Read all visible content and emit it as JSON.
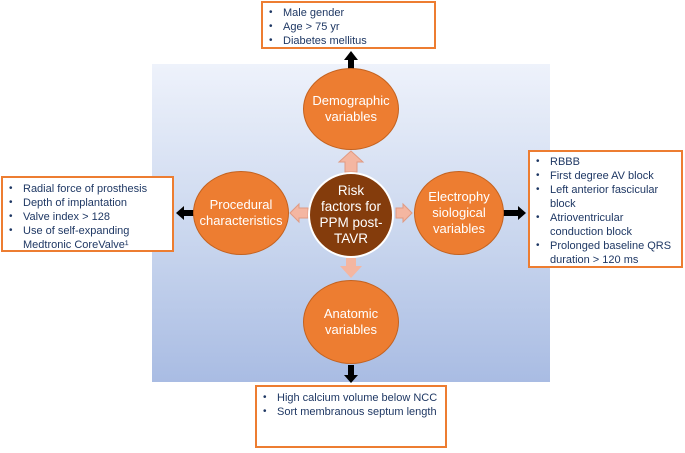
{
  "center": {
    "label": "Risk factors for PPM post-TAVR"
  },
  "nodes": {
    "demographic": "Demographic variables",
    "procedural": "Procedural characteristics",
    "electrophysiological": "Electrophy siological variables",
    "anatomic": "Anatomic variables"
  },
  "lists": {
    "demographic": [
      "Male gender",
      "Age > 75 yr",
      "Diabetes mellitus"
    ],
    "procedural": [
      "Radial force of prosthesis",
      "Depth of implantation",
      "Valve index > 128",
      "Use of self-expanding Medtronic CoreValve¹"
    ],
    "electrophysiological": [
      "RBBB",
      "First degree AV block",
      "Left anterior fascicular block",
      "Atrioventricular conduction block",
      "Prolonged baseline QRS duration > 120 ms"
    ],
    "anatomic": [
      "High calcium volume below NCC",
      "Sort membranous septum length"
    ]
  },
  "colors": {
    "node": "#ed7d31",
    "center": "#843c0c",
    "small_arrow": "#f4b6a1",
    "box_border": "#ed7d31",
    "text": "#1f3864"
  }
}
